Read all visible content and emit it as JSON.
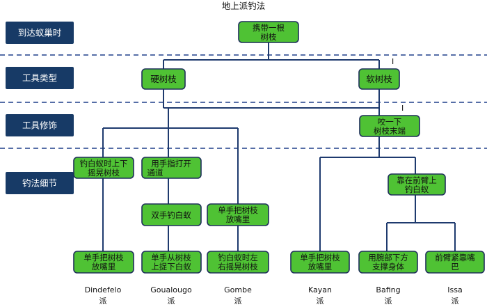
{
  "title": "地上派钓法",
  "stages": [
    "到达蚁巢时",
    "工具类型",
    "工具修饰",
    "钓法细节"
  ],
  "nodes": {
    "root": [
      "携带一根",
      "树枝"
    ],
    "stiff": [
      "硬树枝"
    ],
    "soft": [
      "软树枝"
    ],
    "bite": [
      "咬一下",
      "树枝末端"
    ],
    "shake": [
      "钓白蚁时上下",
      "摇晃树枝"
    ],
    "finger": [
      "用手指打开",
      "通道"
    ],
    "both_hands": [
      "双手钓白蚁"
    ],
    "mouth_gombe": [
      "单手把树枝",
      "放嘴里"
    ],
    "forearm": [
      "靠在前臂上",
      "钓白蚁"
    ],
    "mouth_dindefelo": [
      "单手把树枝",
      "放嘴里"
    ],
    "pick": [
      "单手从树枝",
      "上捉下白蚁"
    ],
    "shake_lr": [
      "钓白蚁时左",
      "右摇晃树枝"
    ],
    "mouth_kayan": [
      "单手把树枝",
      "放嘴里"
    ],
    "wrist": [
      "用腕部下方",
      "支撑身体"
    ],
    "lips": [
      "前臂紧靠嘴",
      "巴"
    ]
  },
  "markers": [
    "I",
    "I"
  ],
  "communities": [
    {
      "name": "Dindefelo",
      "suffix": "派"
    },
    {
      "name": "Goualougo",
      "suffix": "派"
    },
    {
      "name": "Gombe",
      "suffix": "派"
    },
    {
      "name": "Kayan",
      "suffix": "派"
    },
    {
      "name": "Bafing",
      "suffix": "派"
    },
    {
      "name": "Issa",
      "suffix": "派"
    }
  ]
}
